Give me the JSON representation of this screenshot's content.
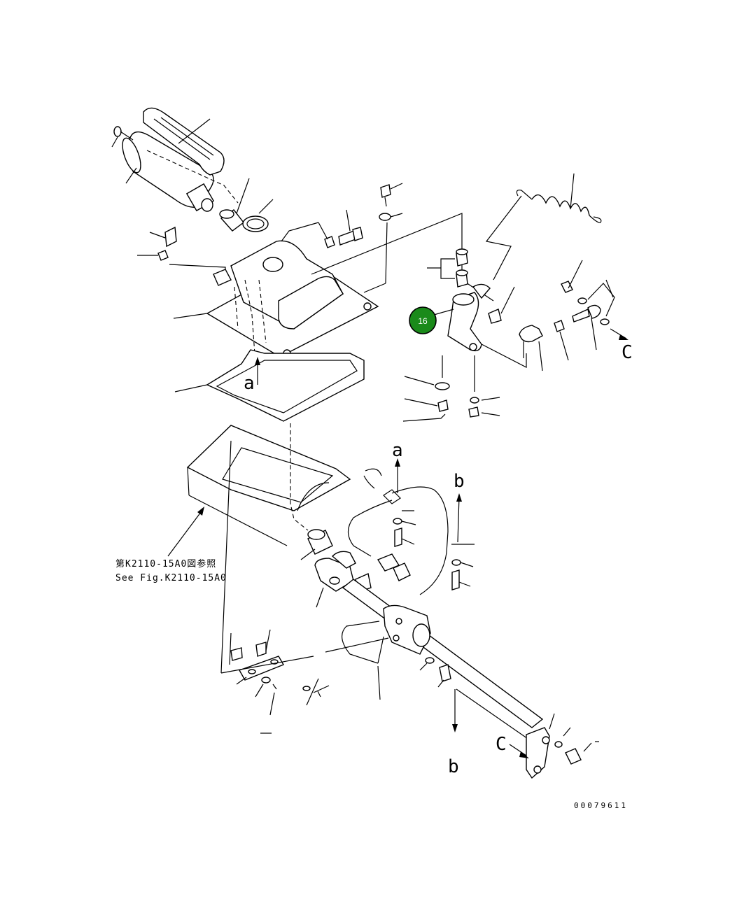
{
  "diagram": {
    "reference_jp": "第K2110-15A0図参照",
    "reference_en": "See Fig.K2110-15A0",
    "arrow_labels": {
      "a_upper": "a",
      "a_lower": "a",
      "b_upper": "b",
      "b_lower": "b",
      "c_upper": "C",
      "c_lower": "C"
    },
    "callout": {
      "number": "16",
      "color": "#1a8a1a"
    },
    "drawing_code": "00079611"
  }
}
